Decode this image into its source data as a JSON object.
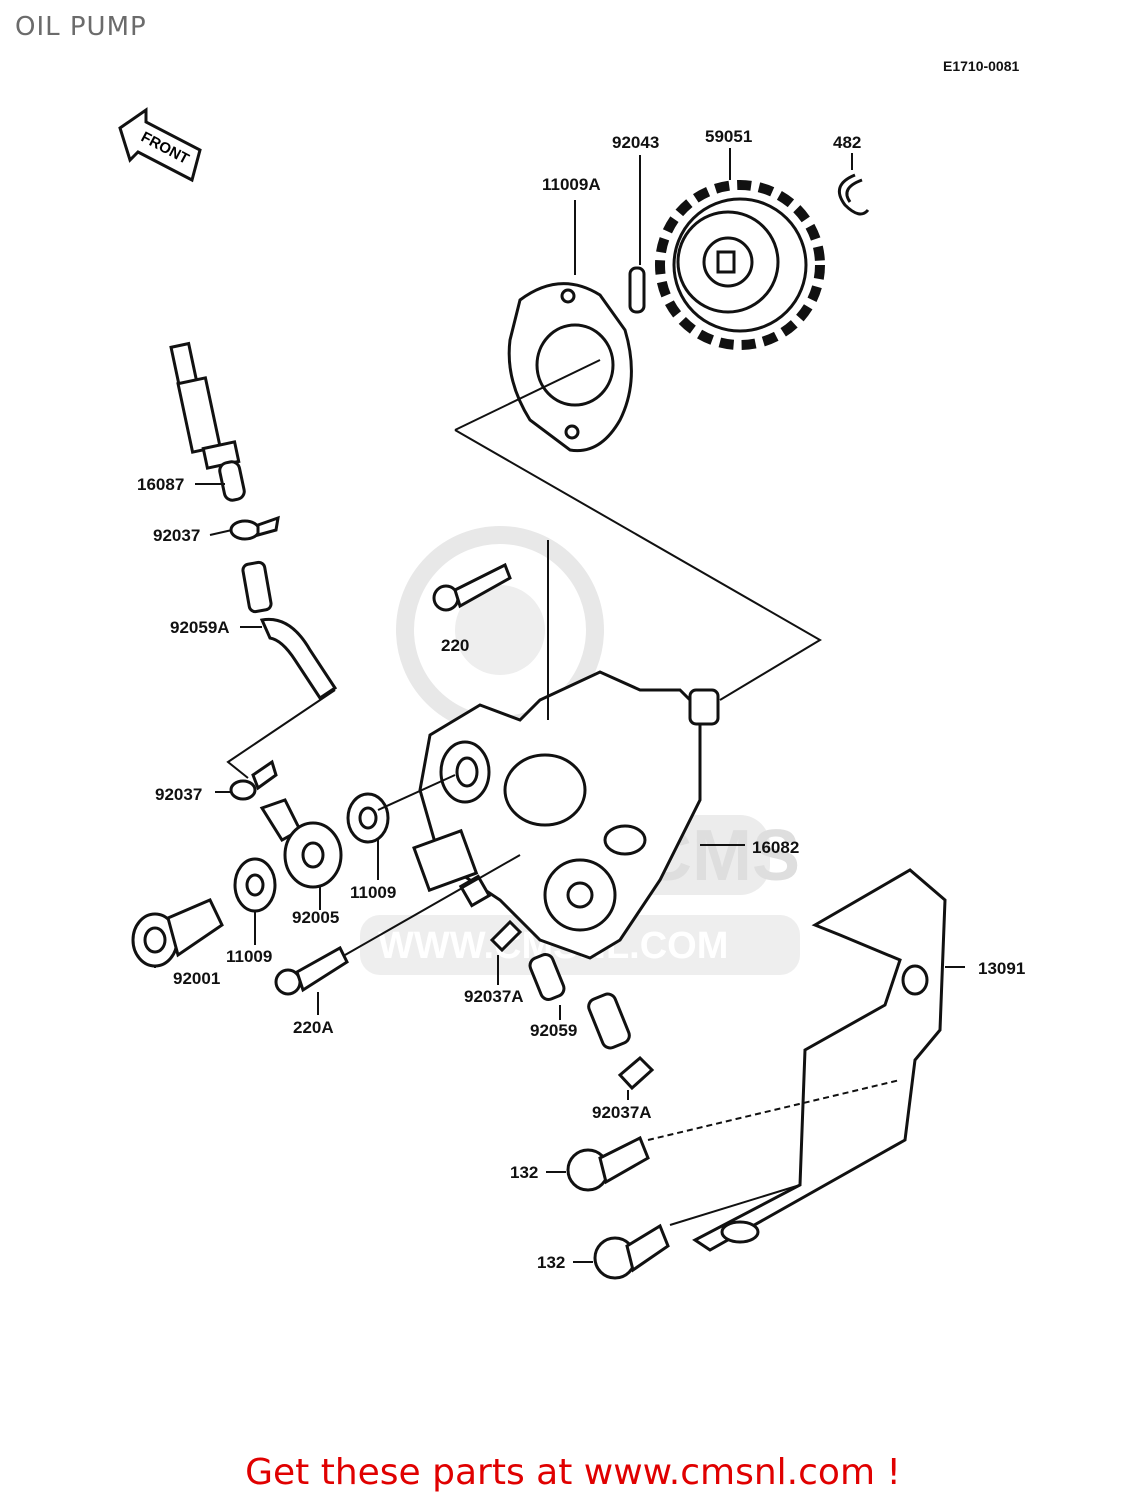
{
  "title": "OIL PUMP",
  "diagram_code": "E1710-0081",
  "front_arrow_label": "FRONT",
  "watermark": {
    "site": "WWW.CMSNL.COM",
    "short": "CMS"
  },
  "parts": {
    "p92043": "92043",
    "p59051": "59051",
    "p482": "482",
    "p11009A": "11009A",
    "p16087": "16087",
    "p92037_top": "92037",
    "p92059A": "92059A",
    "p220": "220",
    "p92037_mid": "92037",
    "p11009_mid": "11009",
    "p92005": "92005",
    "p16082": "16082",
    "p11009_low": "11009",
    "p92001": "92001",
    "p220A": "220A",
    "p92037A_mid": "92037A",
    "p92059": "92059",
    "p13091": "13091",
    "p92037A_low": "92037A",
    "p132_top": "132",
    "p132_bottom": "132"
  },
  "footer": "Get these parts at www.cmsnl.com !",
  "colors": {
    "footer_text": "#e00000",
    "line_art": "#111111",
    "watermark": "#e6e6e6"
  }
}
